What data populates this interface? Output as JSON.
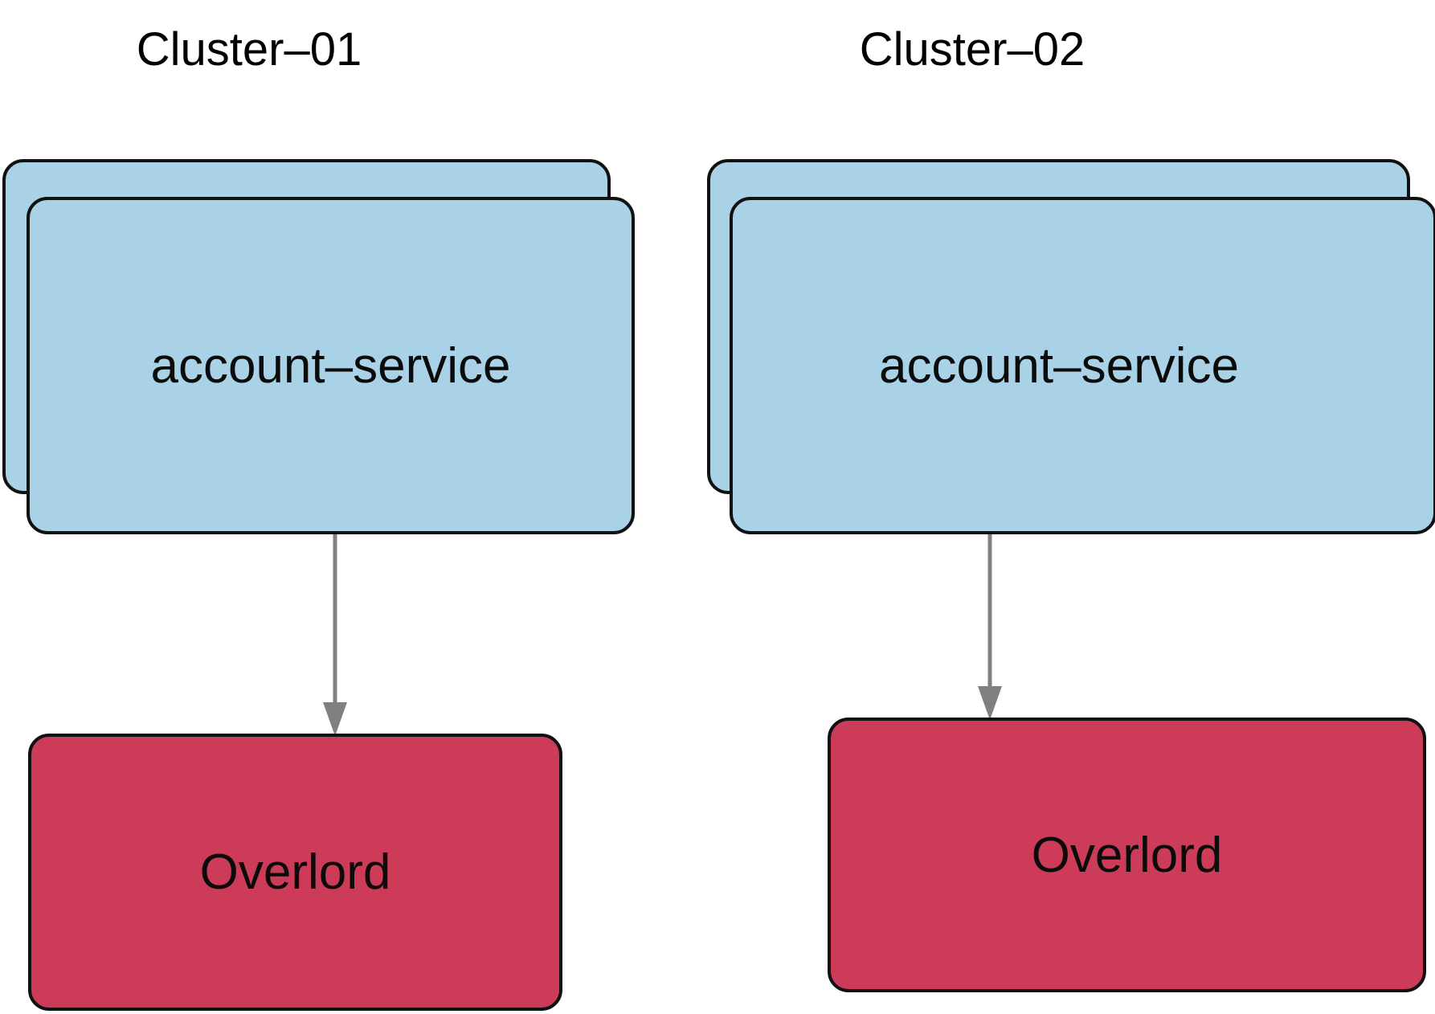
{
  "diagram": {
    "type": "architecture-diagram",
    "background_color": "#ffffff",
    "palette": {
      "service_fill": "#a9d2e7",
      "overlord_fill": "#cc3c58",
      "border": "#111111",
      "arrow": "#808080",
      "text": "#0b0b0b"
    }
  },
  "clusters": [
    {
      "id": "cluster-01",
      "title": "Cluster‒01",
      "service": {
        "label": "account‒service",
        "shape": "stacked-rounded-rectangle",
        "replicas": 2,
        "fill": "#a9d2e7"
      },
      "target": {
        "label": "Overlord",
        "shape": "rounded-rectangle",
        "fill": "#cc3c58"
      },
      "edge": {
        "from": "account‒service",
        "to": "Overlord",
        "direction": "down",
        "arrowhead": "filled-triangle",
        "color": "#808080"
      }
    },
    {
      "id": "cluster-02",
      "title": "Cluster‒02",
      "service": {
        "label": "account‒service",
        "shape": "stacked-rounded-rectangle",
        "replicas": 2,
        "fill": "#a9d2e7"
      },
      "target": {
        "label": "Overlord",
        "shape": "rounded-rectangle",
        "fill": "#cc3c58"
      },
      "edge": {
        "from": "account‒service",
        "to": "Overlord",
        "direction": "down",
        "arrowhead": "filled-triangle",
        "color": "#808080"
      }
    }
  ]
}
